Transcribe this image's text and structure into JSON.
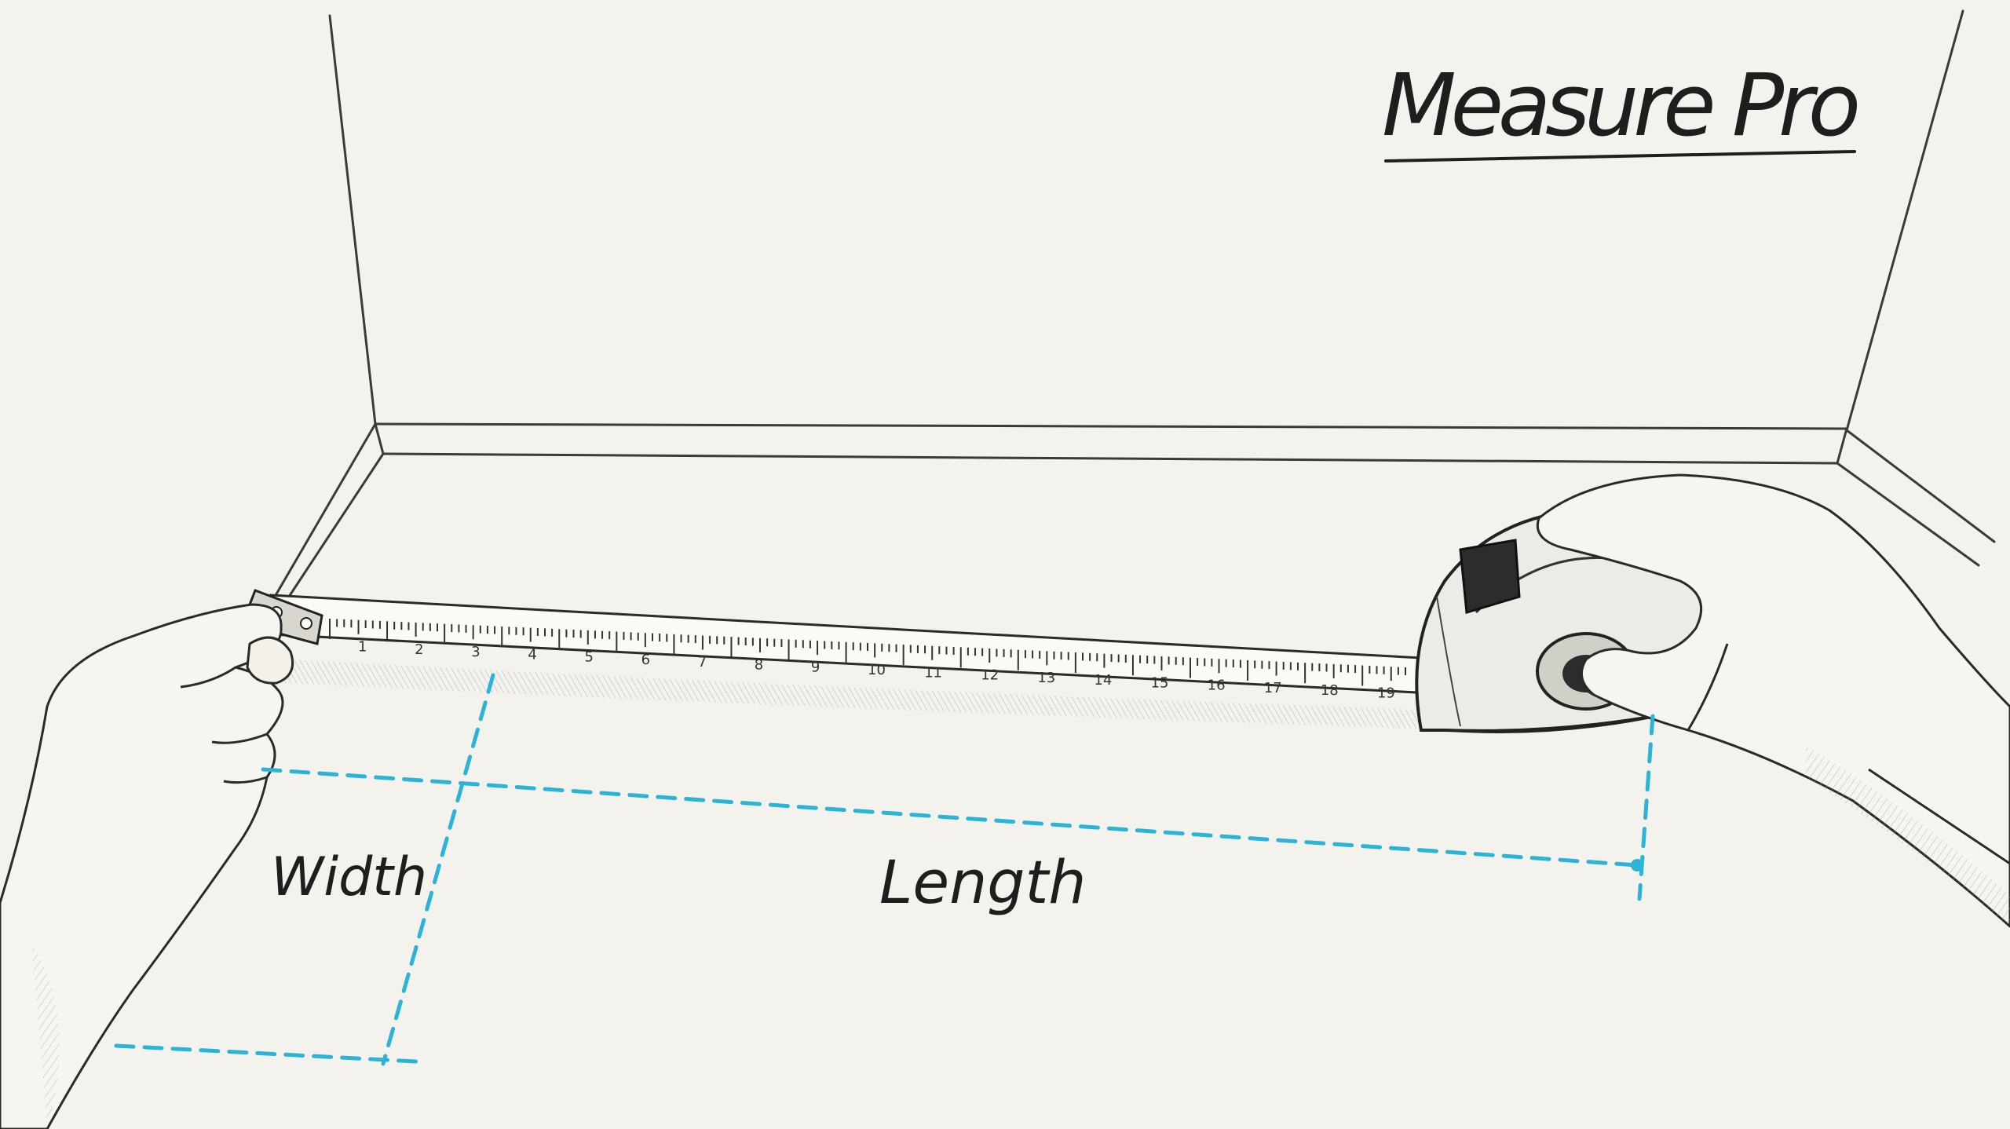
{
  "title": "Measure Pro",
  "labels": {
    "width": "Width",
    "length": "Length"
  },
  "tape": {
    "tick_numbers": [
      "1",
      "2",
      "3",
      "4",
      "5",
      "6",
      "7",
      "8",
      "9",
      "10",
      "11",
      "12",
      "13",
      "14",
      "15",
      "16",
      "17",
      "18",
      "19"
    ]
  },
  "colors": {
    "paper": "#f4f2ec",
    "ink": "#1e1e1e",
    "guide": "#2bb3d8"
  },
  "icons": [
    "tape-measure-icon",
    "left-hand-icon",
    "right-hand-icon"
  ]
}
